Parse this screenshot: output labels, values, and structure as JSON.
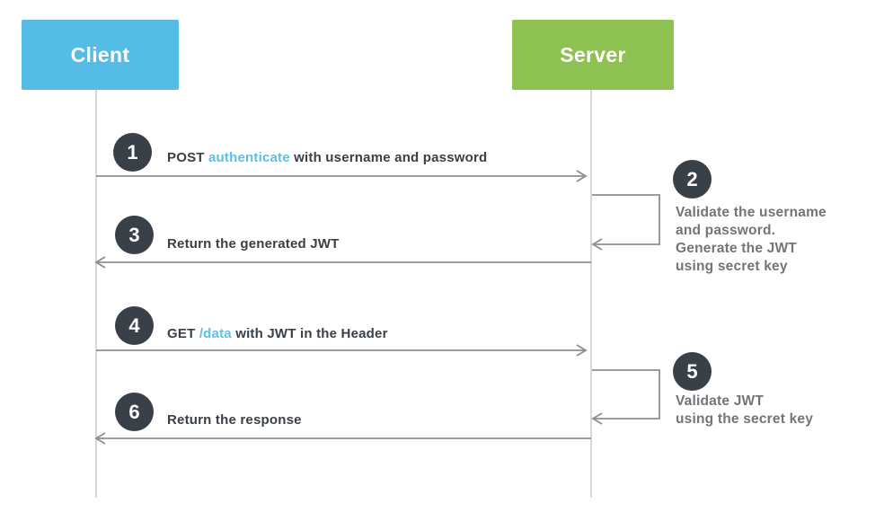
{
  "actors": {
    "client": {
      "label": "Client"
    },
    "server": {
      "label": "Server"
    }
  },
  "steps": {
    "s1": {
      "badge": "1",
      "prefix": "POST ",
      "endpoint": "authenticate",
      "suffix": " with username and password"
    },
    "s2": {
      "badge": "2",
      "lines": [
        "Validate the username",
        "and password.",
        "Generate the JWT",
        "using secret key"
      ]
    },
    "s3": {
      "badge": "3",
      "text": "Return the generated JWT"
    },
    "s4": {
      "badge": "4",
      "prefix": "GET ",
      "endpoint": "/data",
      "suffix": " with JWT in the Header"
    },
    "s5": {
      "badge": "5",
      "lines": [
        "Validate JWT",
        "using the secret key"
      ]
    },
    "s6": {
      "badge": "6",
      "text": "Return the response"
    }
  },
  "colors": {
    "client_box": "#55BCE6",
    "server_box": "#8DC152",
    "endpoint_accent": "#5BC0E8",
    "badge_background": "#3A4047",
    "message_text": "#3A4047",
    "note_text": "#717579",
    "arrow": "#8A9096",
    "lifeline": "#D6D8DA"
  }
}
